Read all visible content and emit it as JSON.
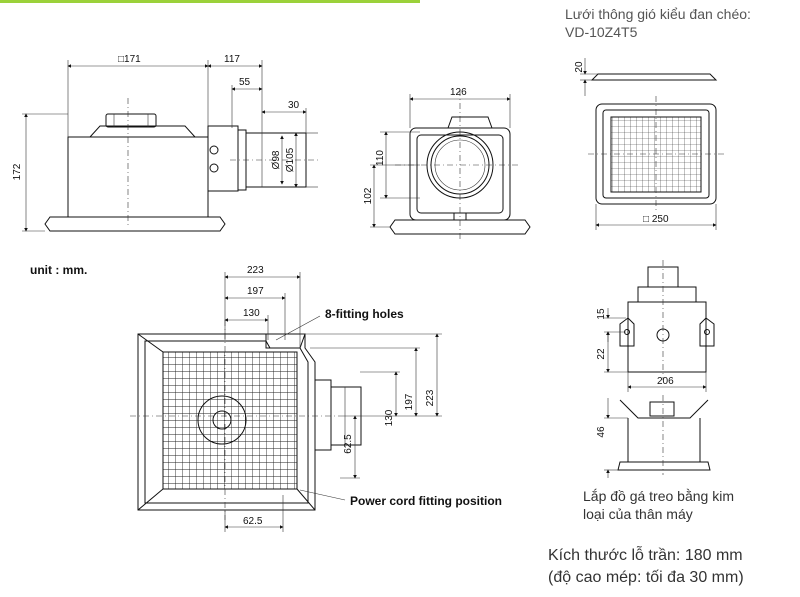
{
  "captions": {
    "grille_title_line1": "Lưới thông gió kiểu đan chéo:",
    "grille_title_line2": "VD-10Z4T5",
    "bracket_line1": "Lắp đồ gá treo bằng kim",
    "bracket_line2": "loại của thân máy",
    "cutout_line1": "Kích thước lỗ trần: 180 mm",
    "cutout_line2": "(độ cao mép: tối đa 30 mm)"
  },
  "labels": {
    "unit": "unit : mm.",
    "fitting_holes": "8-fitting holes",
    "power_cord": "Power cord fitting position"
  },
  "side_view": {
    "width": "□171",
    "offset_117": "117",
    "offset_55": "55",
    "offset_30": "30",
    "height": "172",
    "dia_98": "Ø98",
    "dia_105": "Ø105"
  },
  "front_view": {
    "width": "126",
    "height_110": "110",
    "height_102": "102"
  },
  "grille_view": {
    "thickness": "20",
    "size": "□ 250"
  },
  "bracket_view": {
    "dim_15": "15",
    "dim_22": "22",
    "dim_206": "206",
    "dim_46": "46"
  },
  "bottom_view": {
    "dim_223_h": "223",
    "dim_197_h": "197",
    "dim_130_h": "130",
    "dim_223_v": "223",
    "dim_197_v": "197",
    "dim_130_v": "130",
    "dim_62_5_v": "62.5",
    "dim_62_5_h": "62.5"
  },
  "colors": {
    "accent": "#9bd13a",
    "caption": "#555555",
    "line": "#111111"
  }
}
